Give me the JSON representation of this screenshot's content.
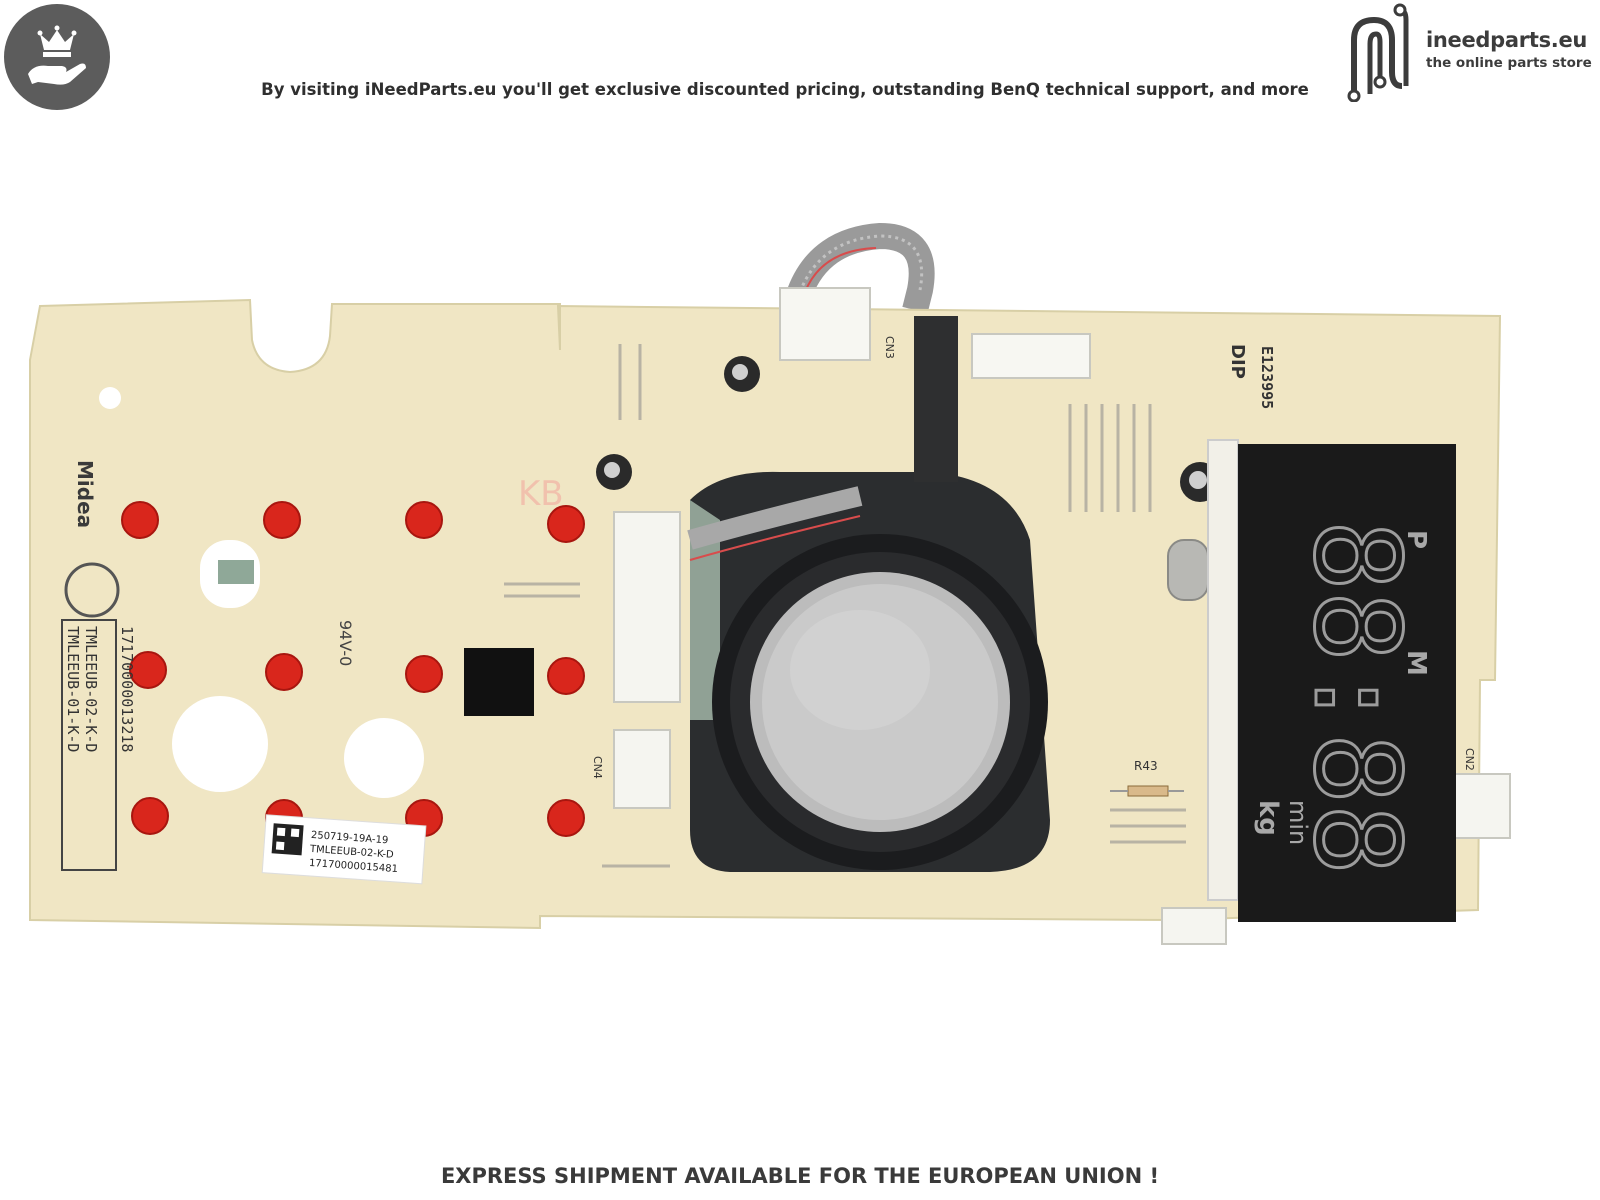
{
  "header": {
    "tagline": "By visiting iNeedParts.eu you'll get exclusive discounted pricing, outstanding BenQ technical support, and more",
    "badge_icon": "crown-hand-icon",
    "logo_icon": "ineedparts-logo-icon"
  },
  "brand": {
    "name": "ineedparts.eu",
    "subtitle": "the online parts store"
  },
  "product": {
    "photo_icon": "pcb-control-board-photo",
    "markings": {
      "display_digits": "88:88",
      "display_p": "P",
      "display_m": "M",
      "display_min": "min",
      "display_kg": "kg",
      "label_line1": "TMLEEUB-01-K-D",
      "label_line2": "TMLEEUB-02-K-D",
      "part_number": "17170000013218",
      "sticker_code": "250719-19A-19",
      "sticker_model": "TMLEEUB-02-K-D",
      "sticker_serial": "17170000015481",
      "brand_mark": "Midea",
      "dip_label": "DIP",
      "board_code": "E123995",
      "kb_mark": "KB",
      "connector_cn2": "CN2",
      "connector_cn3": "CN3",
      "connector_cn4": "CN4",
      "resistor_r43": "R43",
      "rating": "94V-0"
    }
  },
  "footer": {
    "notice": "EXPRESS SHIPMENT AVAILABLE FOR THE EUROPEAN UNION !"
  },
  "colors": {
    "pcb": "#f0e6c4",
    "badge": "#5c5c5c",
    "led": "#d9261c",
    "display": "#1a1a1a",
    "knob": "#c9c9c9"
  }
}
